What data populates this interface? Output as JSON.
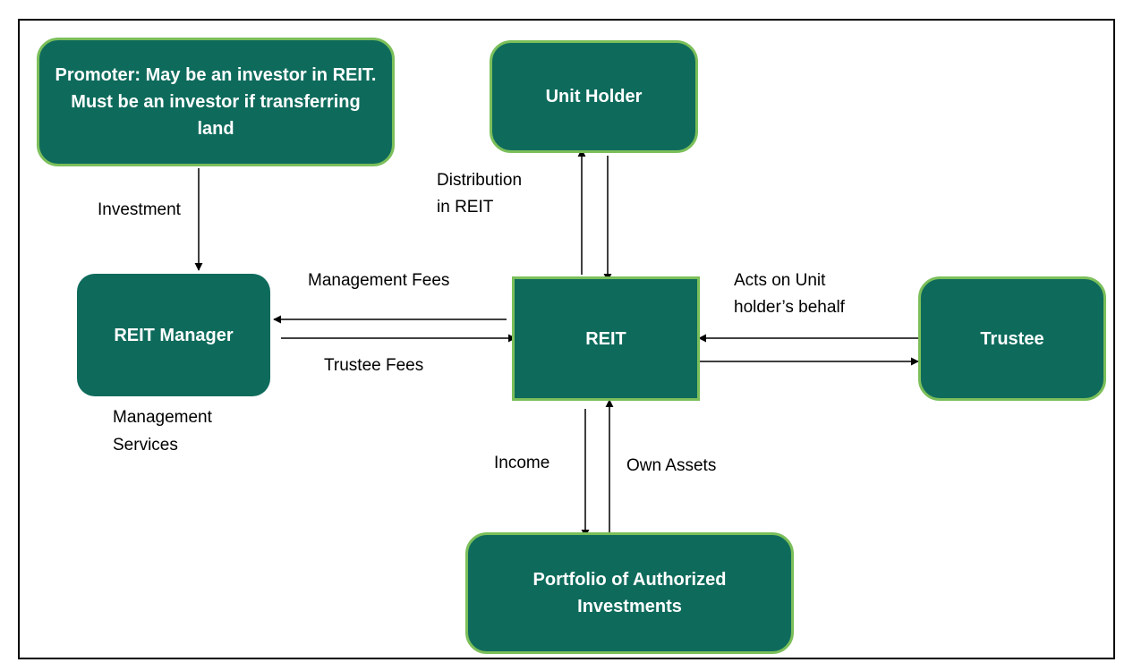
{
  "colors": {
    "node_fill": "#0e6b5c",
    "node_border": "#7bbf5a",
    "node_text": "#ffffff",
    "arrow": "#000000"
  },
  "nodes": {
    "promoter": "Promoter: May be an investor in REIT. Must be an investor if transferring land",
    "unit_holder": "Unit Holder",
    "reit_manager": "REIT Manager",
    "reit": "REIT",
    "trustee": "Trustee",
    "portfolio": "Portfolio of Authorized Investments"
  },
  "edge_labels": {
    "investment": "Investment",
    "distribution_line1": "Distribution",
    "distribution_line2": "in REIT",
    "management_fees": "Management Fees",
    "trustee_fees": "Trustee Fees",
    "management_services_line1": "Management",
    "management_services_line2": "Services",
    "acts_line1": "Acts on Unit",
    "acts_line2": "holder’s behalf",
    "income": "Income",
    "own_assets": "Own Assets"
  }
}
